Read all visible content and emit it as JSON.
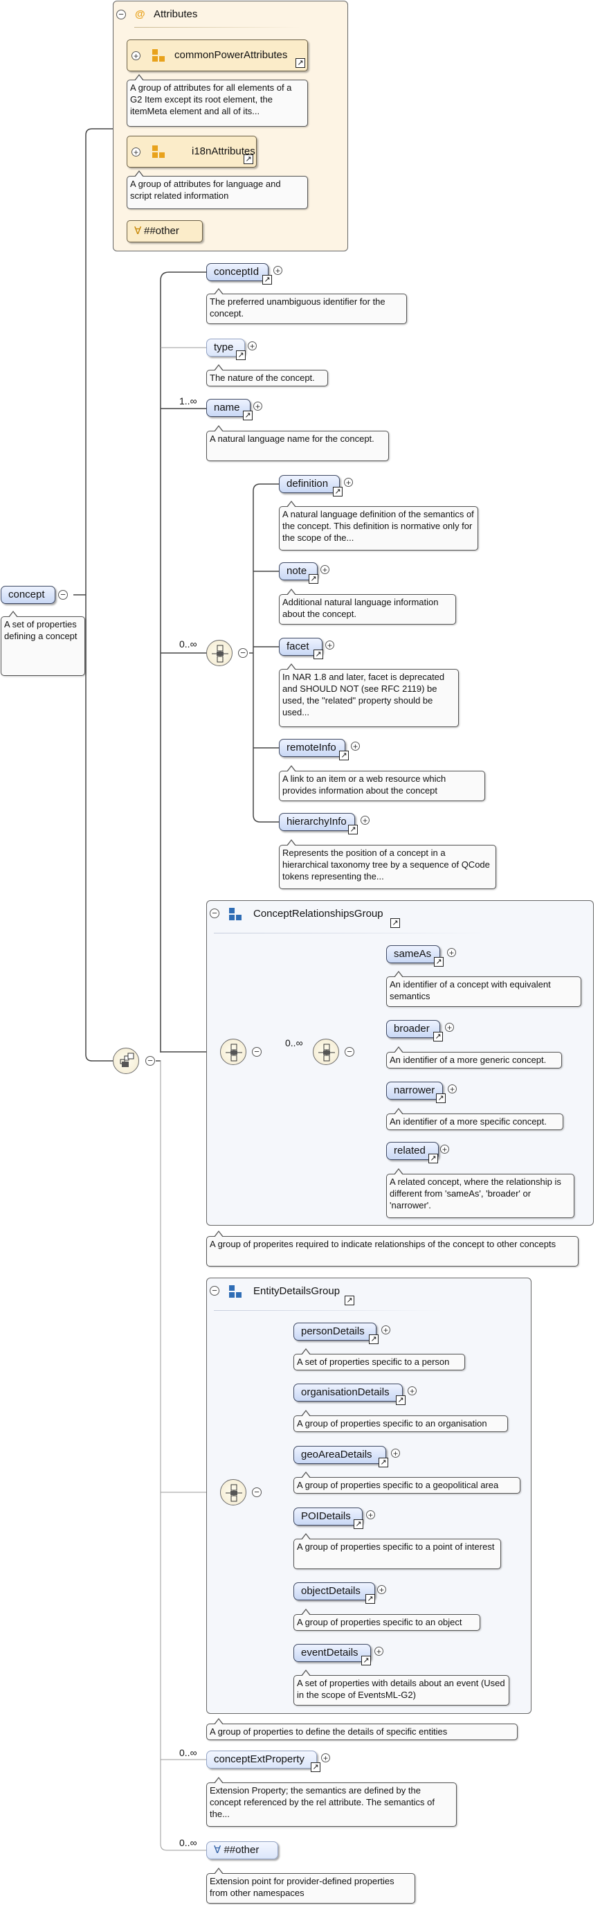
{
  "colors": {
    "element_fill": "#c9d8f5",
    "element_border": "#3f4a64",
    "attribute_panel": "#fdf4e4",
    "group_panel": "#f5f7fb",
    "attribute_icon": "#e8a21c",
    "group_icon": "#2f6db5"
  },
  "root": {
    "name": "concept",
    "doc": "A set of properties defining a concept"
  },
  "attributes": {
    "header": "Attributes",
    "at_symbol": "@",
    "items": [
      {
        "name": "commonPowerAttributes",
        "doc": "A group of attributes for all elements of a G2 Item except its root element, the itemMeta element and all of its..."
      },
      {
        "name": "i18nAttributes",
        "doc": "A group of attributes for language and script related information"
      }
    ],
    "other": "##other",
    "other_symbol": "∀"
  },
  "sequence": {
    "elements": [
      {
        "name": "conceptId",
        "doc": "The preferred unambiguous identifier for the concept."
      },
      {
        "name": "type",
        "doc": "The nature of the concept."
      },
      {
        "name": "name",
        "cardinality": "1..∞",
        "doc": "A natural language name for the concept."
      }
    ],
    "choice": {
      "cardinality": "0..∞",
      "elements": [
        {
          "name": "definition",
          "doc": "A natural language definition of the semantics of the concept. This definition is normative only for the scope of the..."
        },
        {
          "name": "note",
          "doc": "Additional natural language information about the concept."
        },
        {
          "name": "facet",
          "doc": "In NAR 1.8 and later, facet is deprecated and SHOULD NOT (see RFC 2119) be used, the \"related\" property should be used..."
        },
        {
          "name": "remoteInfo",
          "doc": "A link to an item or a web resource which provides information about the concept"
        },
        {
          "name": "hierarchyInfo",
          "doc": "Represents the position of a concept in a hierarchical taxonomy tree by a sequence of QCode tokens representing the..."
        }
      ]
    },
    "relationships": {
      "title": "ConceptRelationshipsGroup",
      "cardinality": "0..∞",
      "elements": [
        {
          "name": "sameAs",
          "doc": "An identifier of a concept with equivalent semantics"
        },
        {
          "name": "broader",
          "doc": "An identifier of a more generic concept."
        },
        {
          "name": "narrower",
          "doc": "An identifier of a more specific concept."
        },
        {
          "name": "related",
          "doc": "A related concept, where the relationship is different from 'sameAs', 'broader' or 'narrower'."
        }
      ],
      "doc": "A group of properites required to indicate relationships of the concept to other concepts"
    },
    "entity": {
      "title": "EntityDetailsGroup",
      "elements": [
        {
          "name": "personDetails",
          "doc": "A set of properties specific to a person"
        },
        {
          "name": "organisationDetails",
          "doc": "A group of properties specific to an organisation"
        },
        {
          "name": "geoAreaDetails",
          "doc": "A group of properties specific to a geopolitical area"
        },
        {
          "name": "POIDetails",
          "doc": "A group of properties specific to a point of interest"
        },
        {
          "name": "objectDetails",
          "doc": "A group of properties specific to an object"
        },
        {
          "name": "eventDetails",
          "doc": "A set of properties with details about an event (Used in the scope of EventsML-G2)"
        }
      ],
      "doc": "A group of properties to define the details of specific entities"
    },
    "ext": {
      "name": "conceptExtProperty",
      "cardinality": "0..∞",
      "doc": "Extension Property; the semantics are defined by the concept referenced by the rel attribute. The semantics of the..."
    },
    "any": {
      "name": "##other",
      "symbol": "∀",
      "cardinality": "0..∞",
      "doc": "Extension point for provider-defined properties from other namespaces"
    }
  },
  "icons": {
    "plus": "plus-icon",
    "minus": "minus-icon",
    "link": "link-arrow-icon",
    "sequence": "sequence-compositor-icon",
    "choice": "choice-compositor-icon",
    "attribute_group": "attribute-group-icon",
    "model_group": "model-group-icon"
  }
}
